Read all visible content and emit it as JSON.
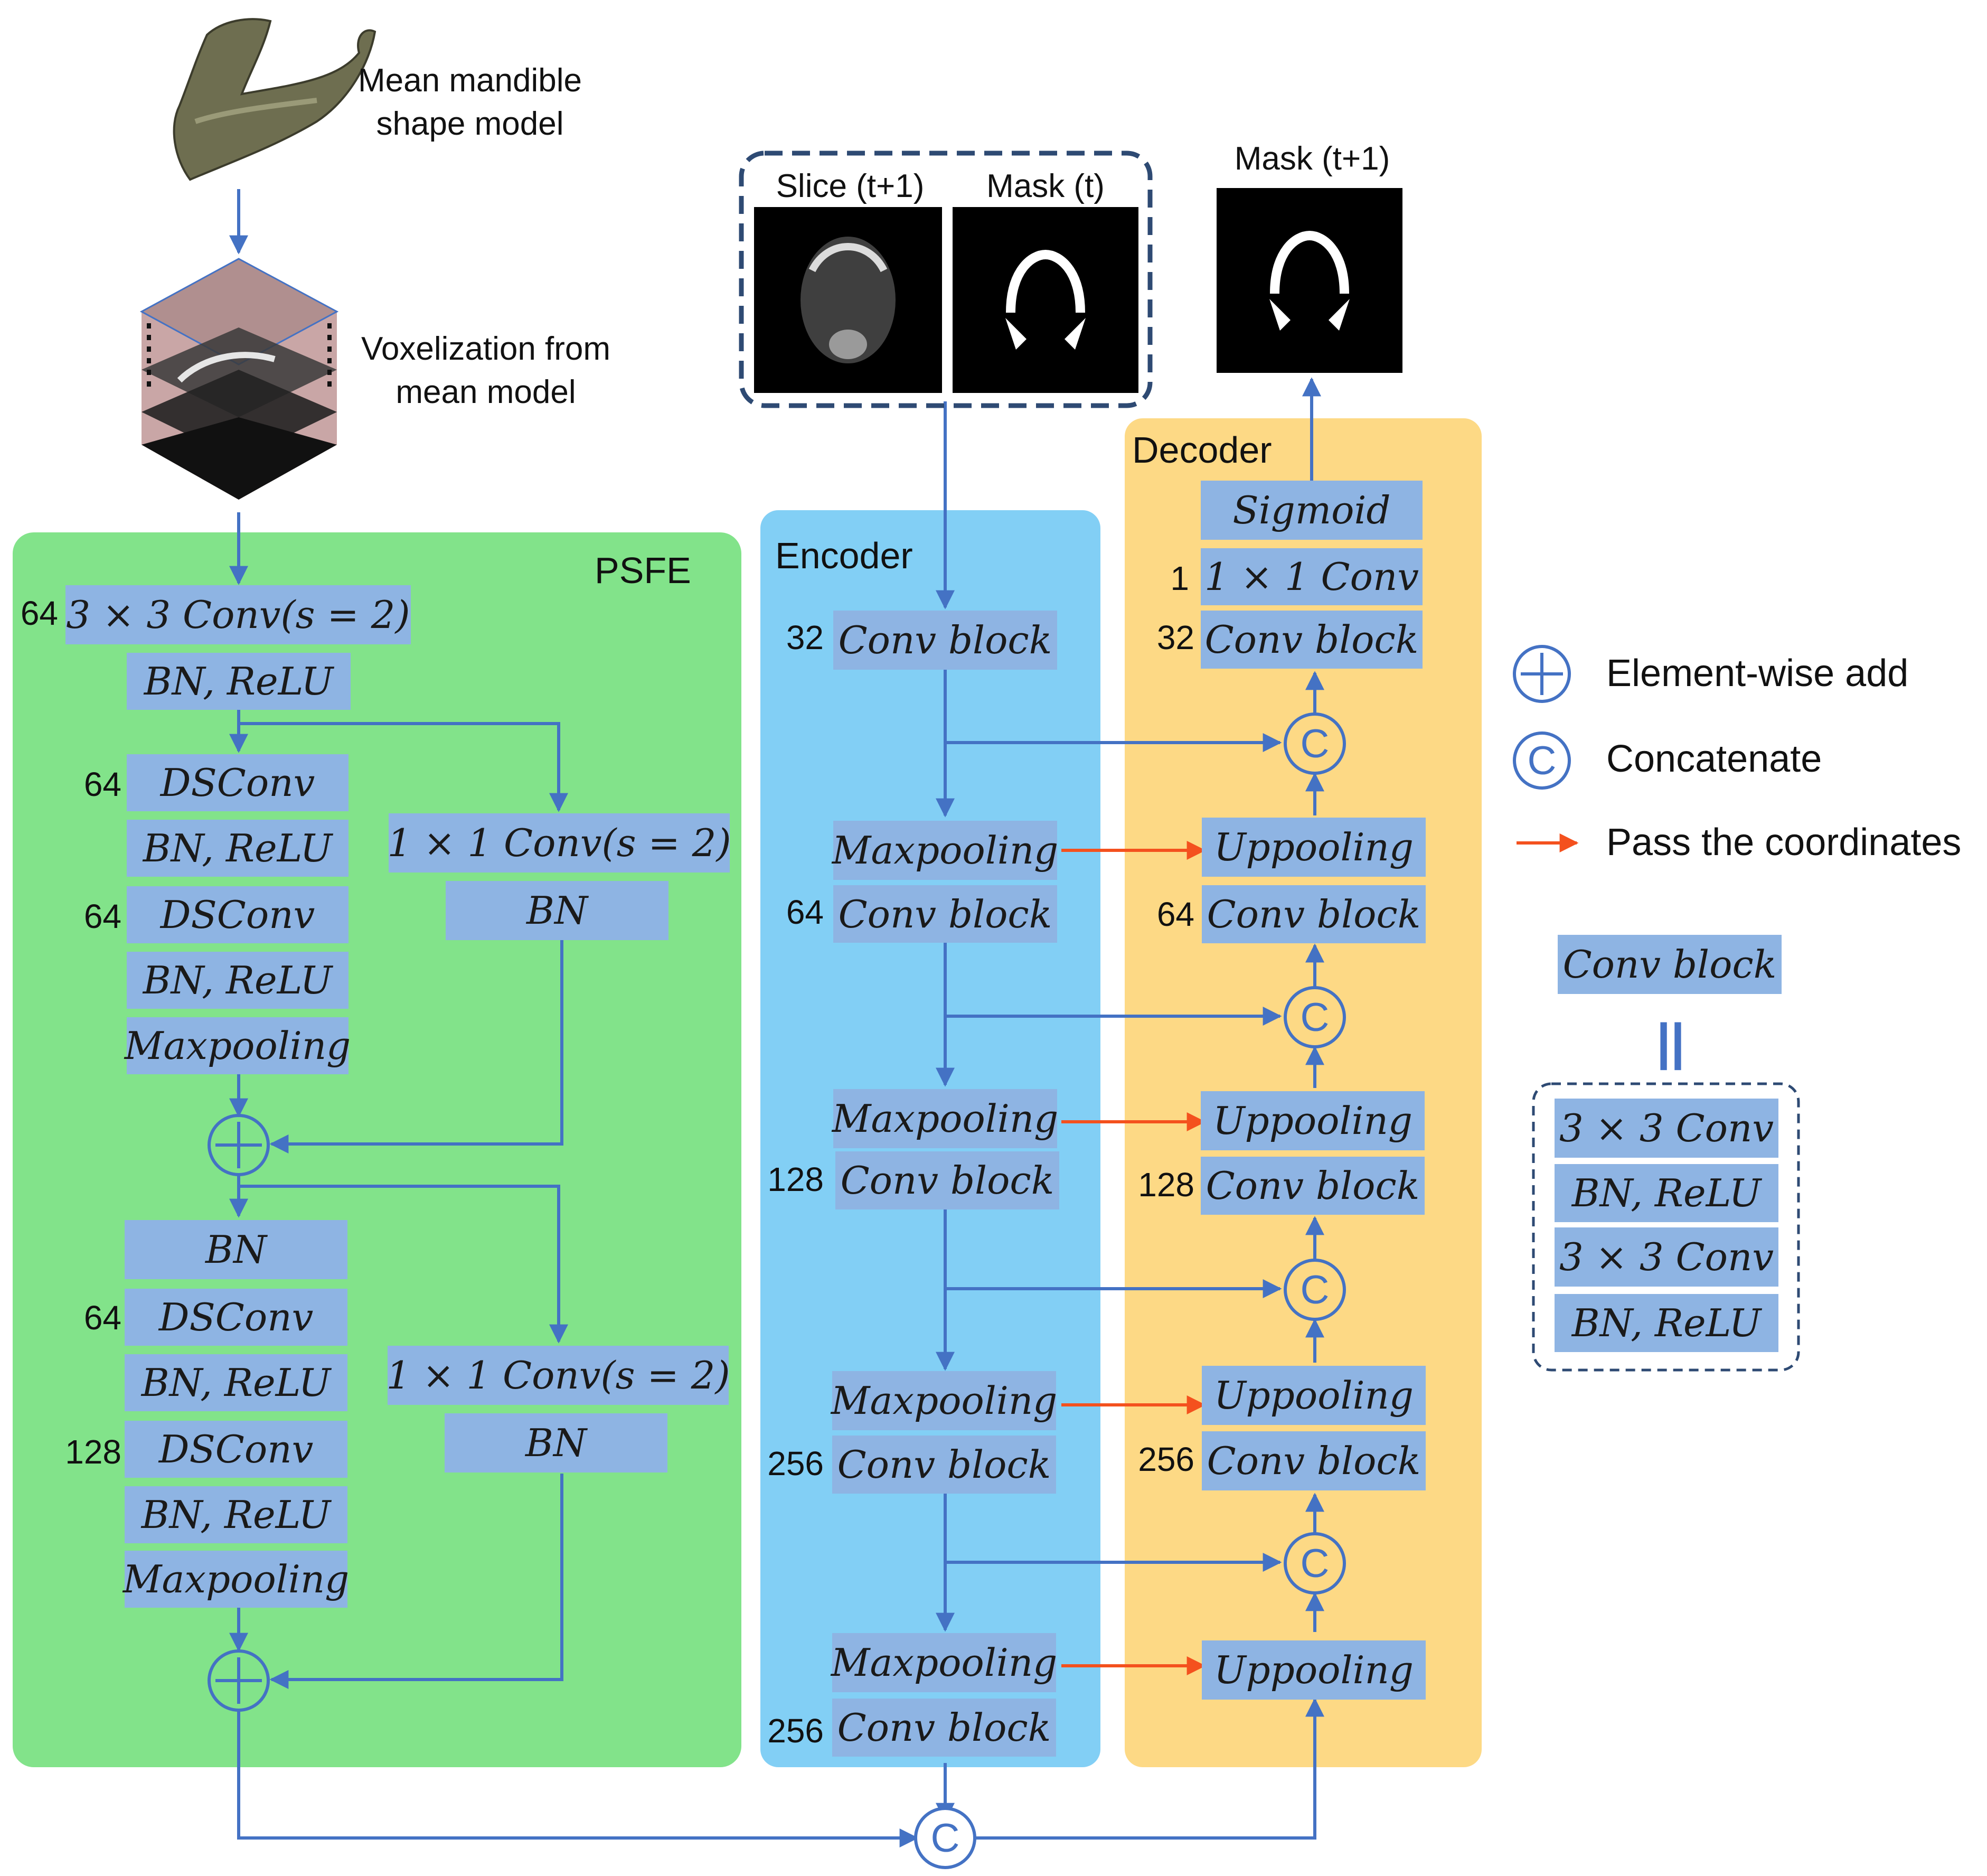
{
  "top": {
    "mandible_caption": [
      "Mean mandible",
      "shape model"
    ],
    "voxel_caption": [
      "Voxelization from",
      "mean model"
    ],
    "slice_label": "Slice (t+1)",
    "mask_label": "Mask (t)",
    "output_label": "Mask (t+1)"
  },
  "psfe": {
    "title": "PSFE",
    "num_conv1": "64",
    "conv1": "3 × 3 Conv(s = 2)",
    "bn_relu_1": "BN, ReLU",
    "num_ds1": "64",
    "ds1": "DSConv",
    "bn_relu_2": "BN, ReLU",
    "num_ds2": "64",
    "ds2": "DSConv",
    "bn_relu_3": "BN, ReLU",
    "maxpool1": "Maxpooling",
    "skip_conv1": "1 × 1 Conv(s = 2)",
    "skip_bn1": "BN",
    "bn_mid": "BN",
    "num_ds3": "64",
    "ds3": "DSConv",
    "bn_relu_4": "BN, ReLU",
    "num_ds4": "128",
    "ds4": "DSConv",
    "bn_relu_5": "BN, ReLU",
    "maxpool2": "Maxpooling",
    "skip_conv2": "1 × 1 Conv(s = 2)",
    "skip_bn2": "BN"
  },
  "encoder": {
    "title": "Encoder",
    "num_1": "32",
    "conv_block_1": "Conv block",
    "maxpool_1": "Maxpooling",
    "num_2": "64",
    "conv_block_2": "Conv block",
    "maxpool_2": "Maxpooling",
    "num_3": "128",
    "conv_block_3": "Conv block",
    "maxpool_3": "Maxpooling",
    "num_4": "256",
    "conv_block_4": "Conv block",
    "maxpool_4": "Maxpooling",
    "num_5": "256",
    "conv_block_5": "Conv block"
  },
  "decoder": {
    "title": "Decoder",
    "sigmoid": "Sigmoid",
    "num_conv1x1": "1",
    "conv1x1": "1 × 1 Conv",
    "num_cb1": "32",
    "conv_block_1": "Conv block",
    "uppool_1": "Uppooling",
    "num_cb2": "64",
    "conv_block_2": "Conv block",
    "uppool_2": "Uppooling",
    "num_cb3": "128",
    "conv_block_3": "Conv block",
    "uppool_3": "Uppooling",
    "num_cb4": "256",
    "conv_block_4": "Conv block",
    "uppool_4": "Uppooling"
  },
  "legend": {
    "add": "Element-wise add",
    "concat": "Concatenate",
    "pass": "Pass the coordinates",
    "concat_symbol": "C",
    "conv_block": "Conv block",
    "equals": "||",
    "cb_1": "3 × 3 Conv",
    "cb_2": "BN, ReLU",
    "cb_3": "3 × 3 Conv",
    "cb_4": "BN, ReLU"
  },
  "colors": {
    "psfe_bg": "#82e38a",
    "encoder_bg": "#82cff5",
    "decoder_bg": "#fdd985",
    "block": "#8eb4e3",
    "arrow": "#4472c4",
    "coord_arrow": "#f4511e"
  }
}
